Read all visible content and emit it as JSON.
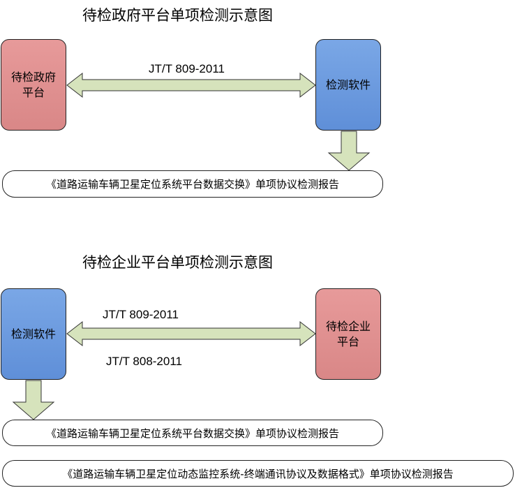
{
  "top": {
    "title": "待检政府平台单项检测示意图",
    "left_box": "待检政府平台",
    "right_box": "检测软件",
    "arrow_label": "JT/T 809-2011",
    "report": "《道路运输车辆卫星定位系统平台数据交换》单项协议检测报告"
  },
  "bottom": {
    "title": "待检企业平台单项检测示意图",
    "left_box": "检测软件",
    "right_box": "待检企业平台",
    "arrow_label_top": "JT/T 809-2011",
    "arrow_label_bottom": "JT/T 808-2011",
    "report_1": "《道路运输车辆卫星定位系统平台数据交换》单项协议检测报告",
    "report_2": "《道路运输车辆卫星定位动态监控系统-终端通讯协议及数据格式》单项协议检测报告"
  },
  "colors": {
    "platform_box": "#d98787",
    "software_box": "#5f8fd8",
    "arrow_fill": "#d6e3bc"
  }
}
